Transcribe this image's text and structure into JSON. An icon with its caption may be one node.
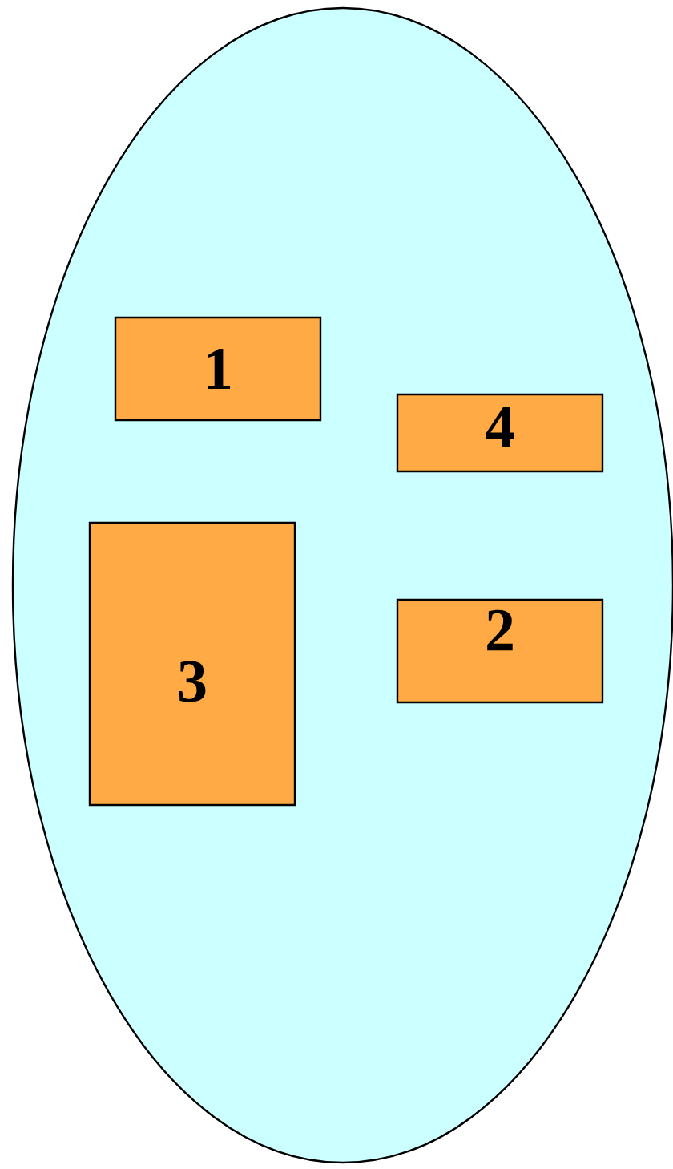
{
  "diagram": {
    "nodes": [
      {
        "text": [],
        "shape": "ellipse"
      },
      {
        "text": [
          "1"
        ],
        "in": 0
      },
      {
        "text": [
          "4"
        ],
        "in": 0
      },
      {
        "text": [
          "3"
        ],
        "in": 0
      },
      {
        "text": [
          "2"
        ],
        "in": 0
      }
    ],
    "edges": []
  }
}
